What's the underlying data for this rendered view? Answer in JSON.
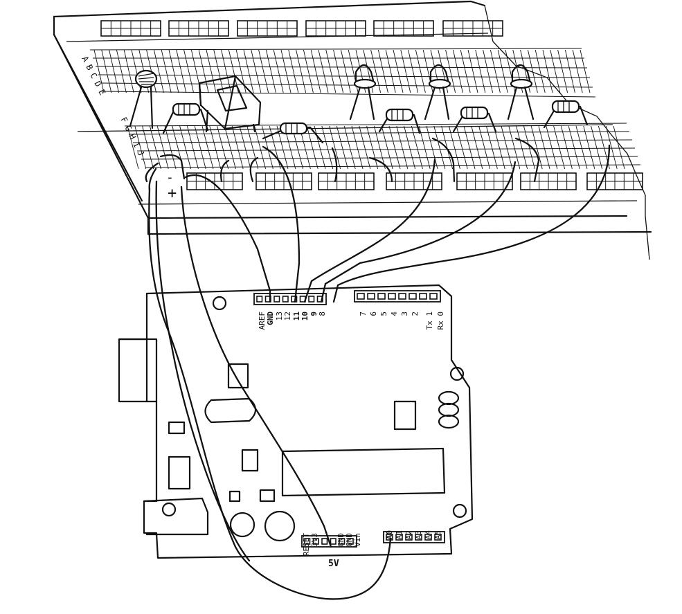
{
  "breadboard": {
    "row_labels": [
      "A",
      "B",
      "C",
      "D",
      "E",
      "F",
      "G",
      "H",
      "I",
      "J"
    ],
    "rail_minus": "-",
    "rail_plus": "+"
  },
  "arduino": {
    "digital_labels": [
      "AREF",
      "GND",
      "13",
      "12",
      "11",
      "10",
      "9",
      "8",
      "7",
      "6",
      "5",
      "4",
      "3",
      "2",
      "Tx 1",
      "Rx 0"
    ],
    "power_labels": [
      "RESET",
      "3V3",
      "5V",
      "GND",
      "GND",
      "Vin"
    ],
    "analog_labels": [
      "A0",
      "A1",
      "A2",
      "A3",
      "A4",
      "A5"
    ],
    "five_v_label": "5V"
  },
  "icons": {
    "photoresistor": "photoresistor-icon",
    "pushbutton": "pushbutton-icon",
    "resistor": "resistor-icon",
    "led": "led-icon"
  }
}
